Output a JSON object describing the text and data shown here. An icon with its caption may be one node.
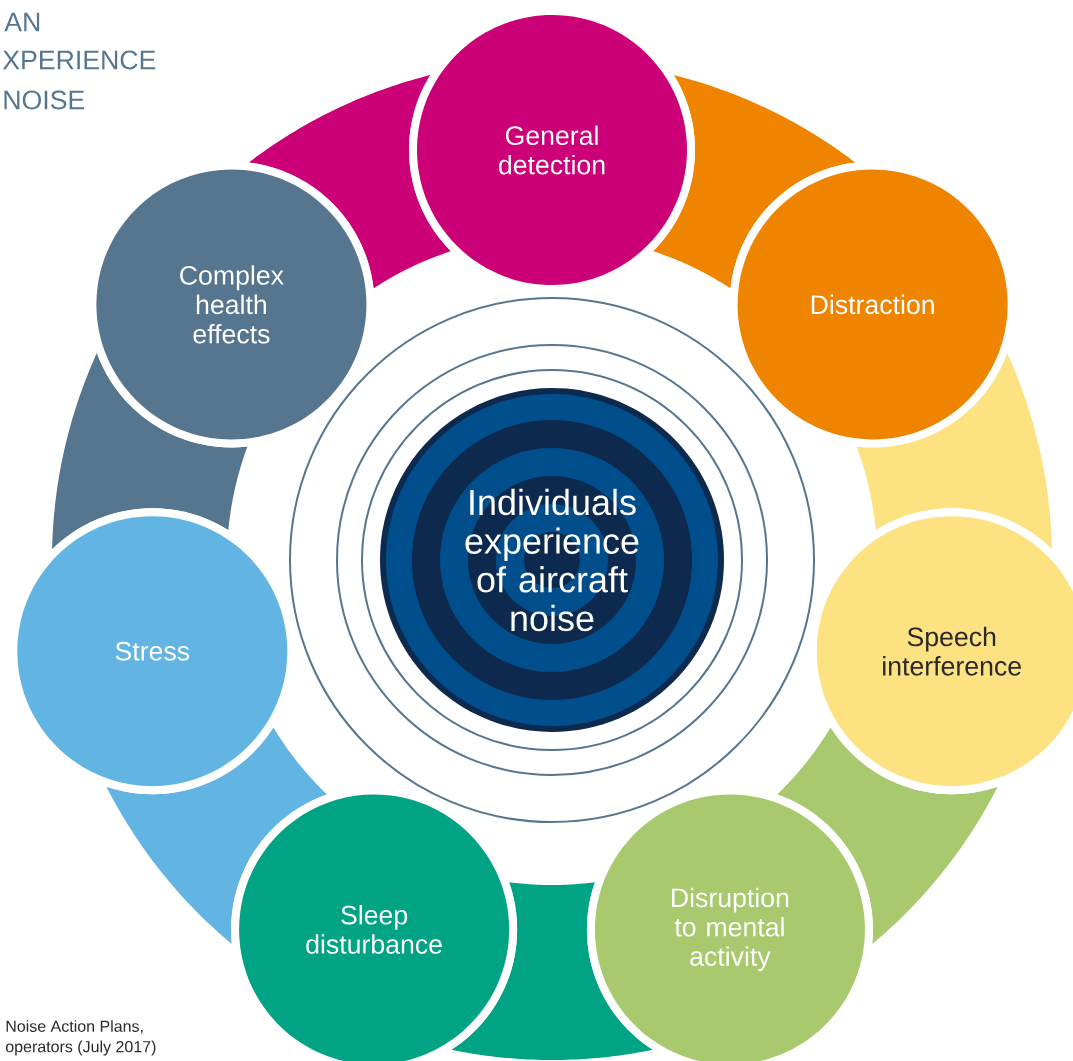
{
  "diagram": {
    "nodes": [
      {
        "text": [
          "Individuals experience of aircraft noise"
        ]
      },
      {
        "text": [
          "General detection"
        ]
      },
      {
        "text": [
          "Distraction"
        ]
      },
      {
        "text": [
          "Speech interference"
        ]
      },
      {
        "text": [
          "Disruption to mental activity"
        ]
      },
      {
        "text": [
          "Sleep disturbance"
        ]
      },
      {
        "text": [
          "Stress"
        ]
      },
      {
        "text": [
          "Complex health effects"
        ]
      },
      {
        "text": [],
        "shape": "band"
      },
      {
        "text": [],
        "shape": "band"
      },
      {
        "text": [],
        "shape": "band"
      },
      {
        "text": [],
        "shape": "band"
      },
      {
        "text": [],
        "shape": "band"
      },
      {
        "text": [],
        "shape": "band"
      },
      {
        "text": [],
        "shape": "band"
      }
    ],
    "labels": [
      "AN",
      "XPERIENCE",
      "NOISE",
      "Noise Action Plans,",
      "operators (July 2017)"
    ]
  }
}
